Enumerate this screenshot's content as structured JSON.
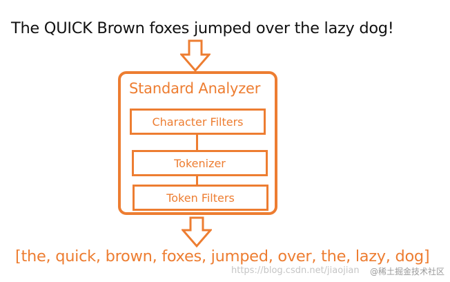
{
  "input_text": "The QUICK Brown foxes jumped over the lazy dog!",
  "analyzer": {
    "title": "Standard Analyzer",
    "stages": [
      {
        "label": "Character Filters"
      },
      {
        "label": "Tokenizer"
      },
      {
        "label": "Token Filters"
      }
    ]
  },
  "output_text": "[the, quick, brown, foxes, jumped, over, the, lazy, dog]",
  "watermark": "https://blog.csdn.net/jiaojian",
  "credit": "@稀土掘金技术社区",
  "colors": {
    "accent": "#ed7d31",
    "text": "#111111"
  }
}
